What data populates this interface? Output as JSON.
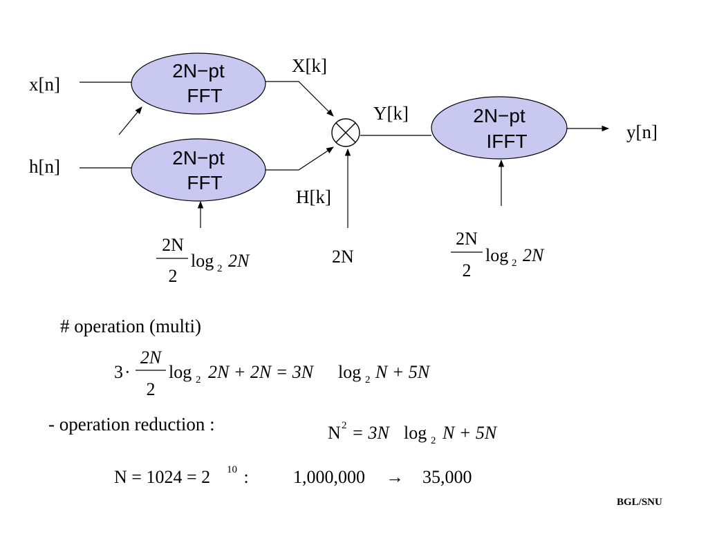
{
  "diagram": {
    "inputs": {
      "x": "x[n]",
      "h": "h[n]"
    },
    "blocks": {
      "fft_top": {
        "line1": "2N−pt",
        "line2": "FFT"
      },
      "fft_bottom": {
        "line1": "2N−pt",
        "line2": "FFT"
      },
      "ifft": {
        "line1": "2N−pt",
        "line2": "IFFT"
      }
    },
    "signals": {
      "X": "X[k]",
      "H": "H[k]",
      "Y": "Y[k]",
      "y": "y[n]"
    },
    "multiplier_symbol": "⊗",
    "costs": {
      "fft": {
        "num": "2N",
        "den": "2",
        "log": "log",
        "base": "2",
        "arg": "2N"
      },
      "multiply": "2N",
      "ifft": {
        "num": "2N",
        "den": "2",
        "log": "log",
        "base": "2",
        "arg": "2N"
      }
    },
    "fill_color": "#c8c8f0"
  },
  "text": {
    "operation_heading": "# operation (multi)",
    "formula1": {
      "coef": "3",
      "dot": "·",
      "num": "2N",
      "den": "2",
      "log": "log",
      "base": "2",
      "rest_a": "2N + 2N = 3N",
      "rest_b": "log",
      "rest_base": "2",
      "rest_c": "N + 5N"
    },
    "reduction_label": "- operation  reduction :",
    "formula2": {
      "lhs": "N",
      "lhs_exp": "2",
      "rhs_a": " = 3N",
      "rhs_log": "log",
      "rhs_base": "2",
      "rhs_c": "N + 5N"
    },
    "formula3": {
      "lhs": "N = 1024 = 2",
      "exp": "10",
      "colon": " :",
      "before": "1,000,000",
      "arrow": "→",
      "after": "35,000"
    },
    "footer": "BGL/SNU"
  }
}
